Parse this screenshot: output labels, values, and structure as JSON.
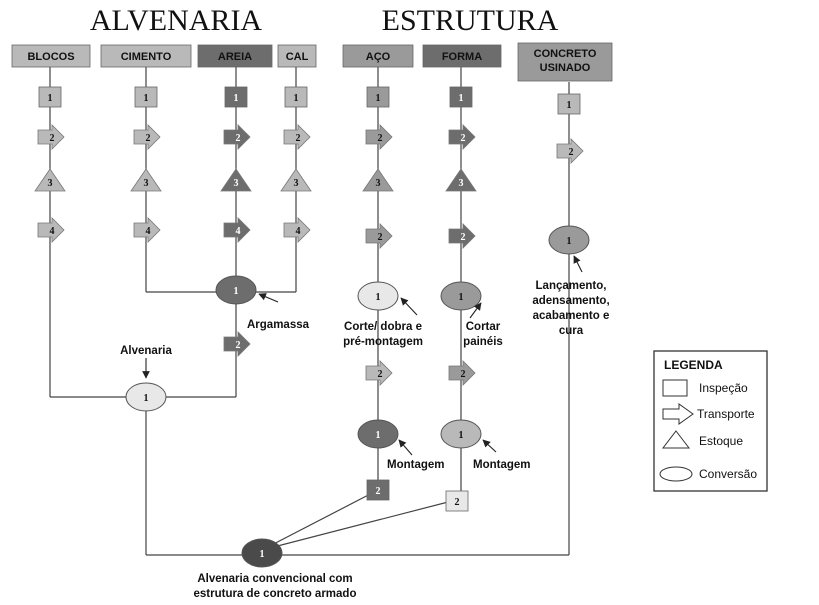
{
  "titles": {
    "left": "ALVENARIA",
    "right": "ESTRUTURA"
  },
  "headers": [
    {
      "key": "blocos",
      "label": "BLOCOS",
      "shade": "light"
    },
    {
      "key": "cimento",
      "label": "CIMENTO",
      "shade": "light"
    },
    {
      "key": "areia",
      "label": "AREIA",
      "shade": "dark"
    },
    {
      "key": "cal",
      "label": "CAL",
      "shade": "light"
    },
    {
      "key": "aco",
      "label": "AÇO",
      "shade": "mid"
    },
    {
      "key": "forma",
      "label": "FORMA",
      "shade": "dark"
    },
    {
      "key": "concreto",
      "label": [
        "CONCRETO",
        "USINADO"
      ],
      "shade": "mid"
    }
  ],
  "labels": {
    "argamassa": "Argamassa",
    "alvenaria": "Alvenaria",
    "corte": [
      "Corte/ dobra e",
      "pré-montagem"
    ],
    "cortar": [
      "Cortar",
      "painéis"
    ],
    "lancamento": [
      "Lançamento,",
      "adensamento,",
      "acabamento e",
      "cura"
    ],
    "montagem_aco": "Montagem",
    "montagem_forma": "Montagem",
    "final": [
      "Alvenaria convencional com",
      "estrutura de concreto armado"
    ]
  },
  "nodes": [
    {
      "id": "blocos-1",
      "shape": "inspecao",
      "num": "1",
      "shade": "light"
    },
    {
      "id": "blocos-2",
      "shape": "transporte",
      "num": "2",
      "shade": "light"
    },
    {
      "id": "blocos-3",
      "shape": "estoque",
      "num": "3",
      "shade": "light"
    },
    {
      "id": "blocos-4",
      "shape": "transporte",
      "num": "4",
      "shade": "light"
    },
    {
      "id": "cimento-1",
      "shape": "inspecao",
      "num": "1",
      "shade": "light"
    },
    {
      "id": "cimento-2",
      "shape": "transporte",
      "num": "2",
      "shade": "light"
    },
    {
      "id": "cimento-3",
      "shape": "estoque",
      "num": "3",
      "shade": "light"
    },
    {
      "id": "cimento-4",
      "shape": "transporte",
      "num": "4",
      "shade": "light"
    },
    {
      "id": "areia-1",
      "shape": "inspecao",
      "num": "1",
      "shade": "dark"
    },
    {
      "id": "areia-2",
      "shape": "transporte",
      "num": "2",
      "shade": "dark"
    },
    {
      "id": "areia-3",
      "shape": "estoque",
      "num": "3",
      "shade": "dark"
    },
    {
      "id": "areia-4",
      "shape": "transporte",
      "num": "4",
      "shade": "dark"
    },
    {
      "id": "cal-1",
      "shape": "inspecao",
      "num": "1",
      "shade": "light"
    },
    {
      "id": "cal-2",
      "shape": "transporte",
      "num": "2",
      "shade": "light"
    },
    {
      "id": "cal-3",
      "shape": "estoque",
      "num": "3",
      "shade": "light"
    },
    {
      "id": "cal-4",
      "shape": "transporte",
      "num": "4",
      "shade": "light"
    },
    {
      "id": "argamassa-1",
      "shape": "conversao",
      "num": "1",
      "shade": "dark"
    },
    {
      "id": "argamassa-2",
      "shape": "transporte",
      "num": "2",
      "shade": "dark"
    },
    {
      "id": "alvenaria-1",
      "shape": "conversao",
      "num": "1",
      "shade": "pale"
    },
    {
      "id": "aco-1",
      "shape": "inspecao",
      "num": "1",
      "shade": "mid"
    },
    {
      "id": "aco-2",
      "shape": "transporte",
      "num": "2",
      "shade": "mid"
    },
    {
      "id": "aco-3",
      "shape": "estoque",
      "num": "3",
      "shade": "mid"
    },
    {
      "id": "aco-2b",
      "shape": "transporte",
      "num": "2",
      "shade": "mid"
    },
    {
      "id": "aco-conv-1",
      "shape": "conversao",
      "num": "1",
      "shade": "pale"
    },
    {
      "id": "aco-2c",
      "shape": "transporte",
      "num": "2",
      "shade": "light"
    },
    {
      "id": "aco-mont-1",
      "shape": "conversao",
      "num": "1",
      "shade": "dark"
    },
    {
      "id": "aco-insp-2",
      "shape": "inspecao",
      "num": "2",
      "shade": "dark"
    },
    {
      "id": "forma-1",
      "shape": "inspecao",
      "num": "1",
      "shade": "dark"
    },
    {
      "id": "forma-2",
      "shape": "transporte",
      "num": "2",
      "shade": "dark"
    },
    {
      "id": "forma-3",
      "shape": "estoque",
      "num": "3",
      "shade": "dark"
    },
    {
      "id": "forma-2b",
      "shape": "transporte",
      "num": "2",
      "shade": "dark"
    },
    {
      "id": "forma-conv-1",
      "shape": "conversao",
      "num": "1",
      "shade": "mid"
    },
    {
      "id": "forma-2c",
      "shape": "transporte",
      "num": "2",
      "shade": "mid"
    },
    {
      "id": "forma-mont-1",
      "shape": "conversao",
      "num": "1",
      "shade": "light"
    },
    {
      "id": "forma-insp-2",
      "shape": "inspecao",
      "num": "2",
      "shade": "pale"
    },
    {
      "id": "concreto-1",
      "shape": "inspecao",
      "num": "1",
      "shade": "light"
    },
    {
      "id": "concreto-2",
      "shape": "transporte",
      "num": "2",
      "shade": "light"
    },
    {
      "id": "concreto-conv-1",
      "shape": "conversao",
      "num": "1",
      "shade": "mid"
    },
    {
      "id": "final-1",
      "shape": "conversao",
      "num": "1",
      "shade": "darkest"
    }
  ],
  "legend": {
    "title": "LEGENDA",
    "items": [
      {
        "shape": "inspecao",
        "label": "Inspeção"
      },
      {
        "shape": "transporte",
        "label": "Transporte"
      },
      {
        "shape": "estoque",
        "label": "Estoque"
      },
      {
        "shape": "conversao",
        "label": "Conversão"
      }
    ]
  },
  "colors": {
    "pale": "#e8e8e8",
    "light": "#b9b9b9",
    "mid": "#9a9a9a",
    "dark": "#6d6d6d",
    "darkest": "#4a4a4a",
    "line": "#444444"
  }
}
